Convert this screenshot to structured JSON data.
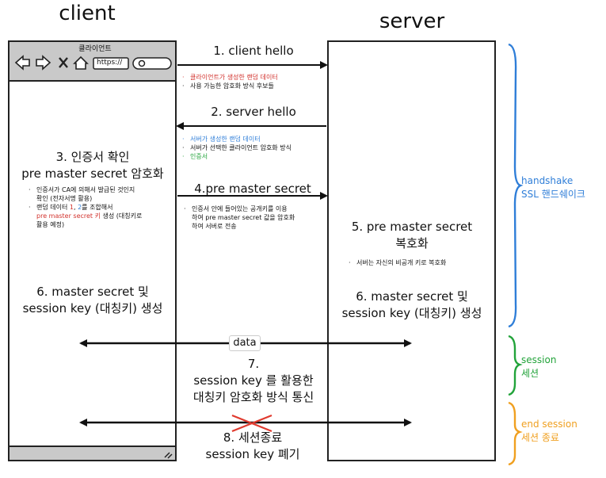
{
  "headers": {
    "client": "client",
    "server": "server"
  },
  "browser": {
    "title": "클라이언트",
    "address": "https://"
  },
  "steps": {
    "s1": {
      "title": "1. client hello",
      "bullets": [
        {
          "text": "클라이언트가 생성한 랜덤 데이터",
          "color": "red"
        },
        {
          "text": "사용 가능한 암호화 방식 후보들",
          "color": "black"
        }
      ]
    },
    "s2": {
      "title": "2. server hello",
      "bullets": [
        {
          "text": "서버가 생성한 랜덤 데이터",
          "color": "blue"
        },
        {
          "text": "서버가 선택한 클라이언트 암호화 방식",
          "color": "black"
        },
        {
          "text": "인증서",
          "color": "green"
        }
      ]
    },
    "s3": {
      "title_line1": "3. 인증서 확인",
      "title_line2": "pre master secret 암호화",
      "b1_line1": "인증서가 CA에 의해서 발급된 것인지",
      "b1_line2": "확인 (전자서명 활용)",
      "b2_prefix": "랜덤 데이터 ",
      "b2_num1": "1",
      "b2_sep": ", ",
      "b2_num2": "2",
      "b2_suffix": "를 조합해서",
      "b2_line2_red": "pre master secret 키",
      "b2_line2_rest": " 생성 (대칭키로",
      "b2_line3": "활용 예정)"
    },
    "s4": {
      "title": "4.pre master secret",
      "b_line1": "인증서 안에 들어있는 공개키를 이용",
      "b_line2": "하여 pre master secret 값을 암호화",
      "b_line3": "하여 서버로 전송"
    },
    "s5": {
      "title_line1": "5. pre master secret",
      "title_line2": "복호화",
      "bullet": "서버는 자신의 비공개 키로 복호화"
    },
    "s6_client": {
      "line1": "6. master secret 및",
      "line2": "session key (대칭키) 생성"
    },
    "s6_server": {
      "line1": "6. master secret 및",
      "line2": "session key (대칭키) 생성"
    },
    "s7": {
      "data_label": "data",
      "line1": "7.",
      "line2": "session key 를 활용한",
      "line3": "대칭키 암호화 방식 통신"
    },
    "s8": {
      "line1": "8. 세션종료",
      "line2": "session key 폐기"
    }
  },
  "phases": {
    "handshake": {
      "line1": "handshake",
      "line2": "SSL 핸드쉐이크",
      "color": "#2f7ed8"
    },
    "session": {
      "line1": "session",
      "line2": "세션",
      "color": "#22a33a"
    },
    "end": {
      "line1": "end session",
      "line2": "세션 종료",
      "color": "#f0a020"
    }
  }
}
